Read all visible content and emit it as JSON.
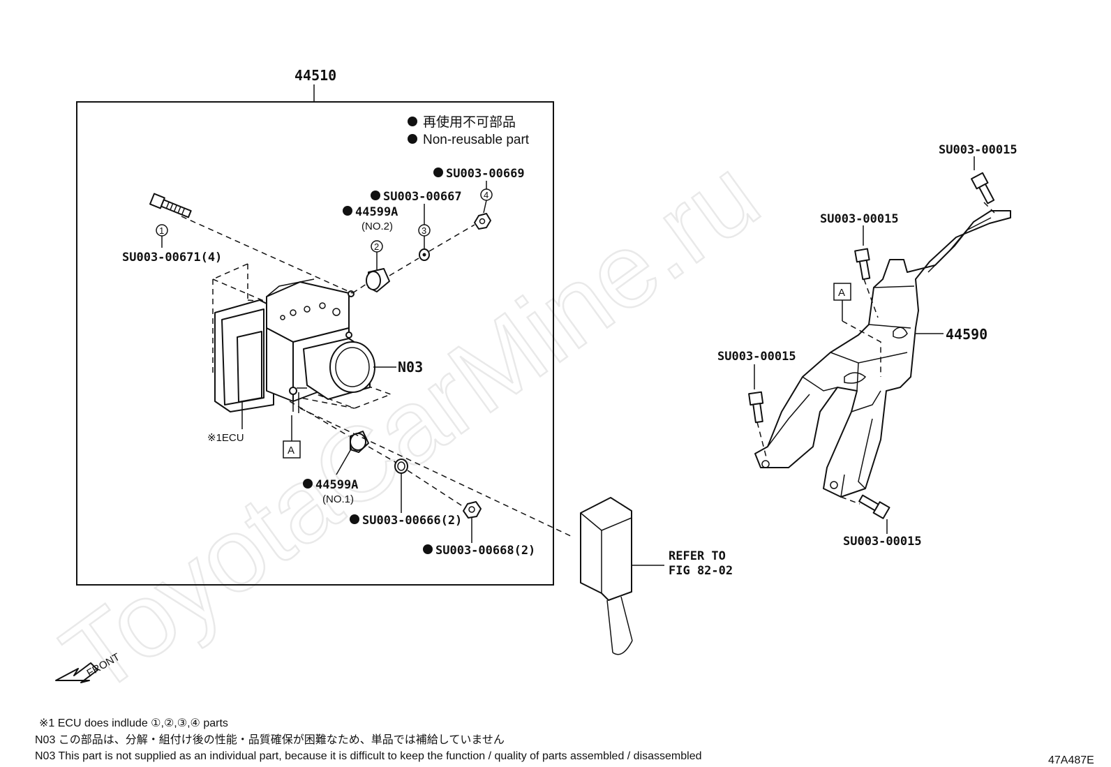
{
  "watermark": "ToyotaCarMine.ru",
  "assembly_label": "44510",
  "legend": {
    "line_jp": "再使用不可部品",
    "line_en": "Non-reusable part"
  },
  "labels": {
    "n03": "N03",
    "ecu": "※1ECU",
    "bracket": "44590",
    "sensor_a": "A",
    "bracket_a": "A",
    "cushion_no2_part": "44599A",
    "cushion_no2_sub": "(NO.2)",
    "cushion_no1_part": "44599A",
    "cushion_no1_sub": "(NO.1)",
    "bolt_4": "SU003-00671(4)",
    "washer_3": "SU003-00667",
    "nut_4": "SU003-00669",
    "washer_2": "SU003-00666(2)",
    "nut_2": "SU003-00668(2)",
    "bracket_bolt_top": "SU003-00015",
    "bracket_bolt_upper": "SU003-00015",
    "bracket_bolt_left": "SU003-00015",
    "bracket_bolt_bottom": "SU003-00015",
    "refer_line1": "REFER TO",
    "refer_line2": "FIG 82-02",
    "front": "FRONT",
    "circle_1": "1",
    "circle_2": "2",
    "circle_3": "3",
    "circle_4": "4"
  },
  "notes": {
    "note1": "※1 ECU does indlude ①,②,③,④ parts",
    "note2": "N03  この部品は、分解・組付け後の性能・品質確保が困難なため、単品では補給していません",
    "note3": "N03  This part is not supplied as an individual part, because it is difficult to keep the function / quality of parts  assembled / disassembled"
  },
  "figure_code": "47A487E"
}
